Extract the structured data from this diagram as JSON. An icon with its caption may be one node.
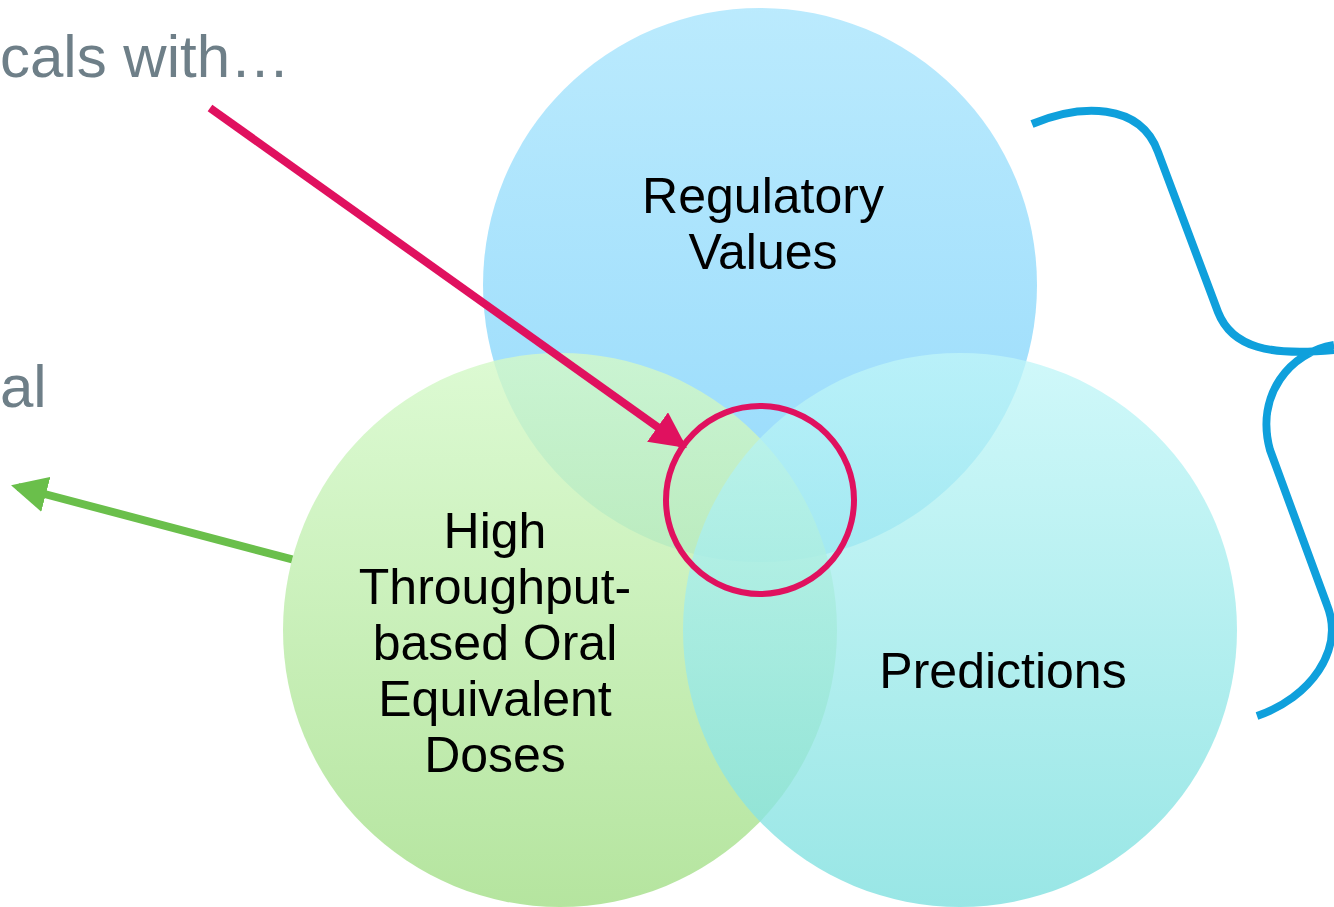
{
  "diagram": {
    "nodes": [
      {
        "text": [
          "Regulatory Values"
        ]
      },
      {
        "text": [
          "High Throughput-based Oral Equivalent Doses"
        ]
      },
      {
        "text": [
          "Predictions"
        ]
      },
      {
        "text": [],
        "shape": "circle"
      }
    ],
    "edges": [
      {
        "from": null,
        "to": 3,
        "arrow": "to",
        "color": "#e0115f"
      },
      {
        "from": 1,
        "to": null,
        "arrow": "to",
        "color": "#6abf4b"
      }
    ],
    "labels": [
      "cals with…",
      "al"
    ]
  }
}
